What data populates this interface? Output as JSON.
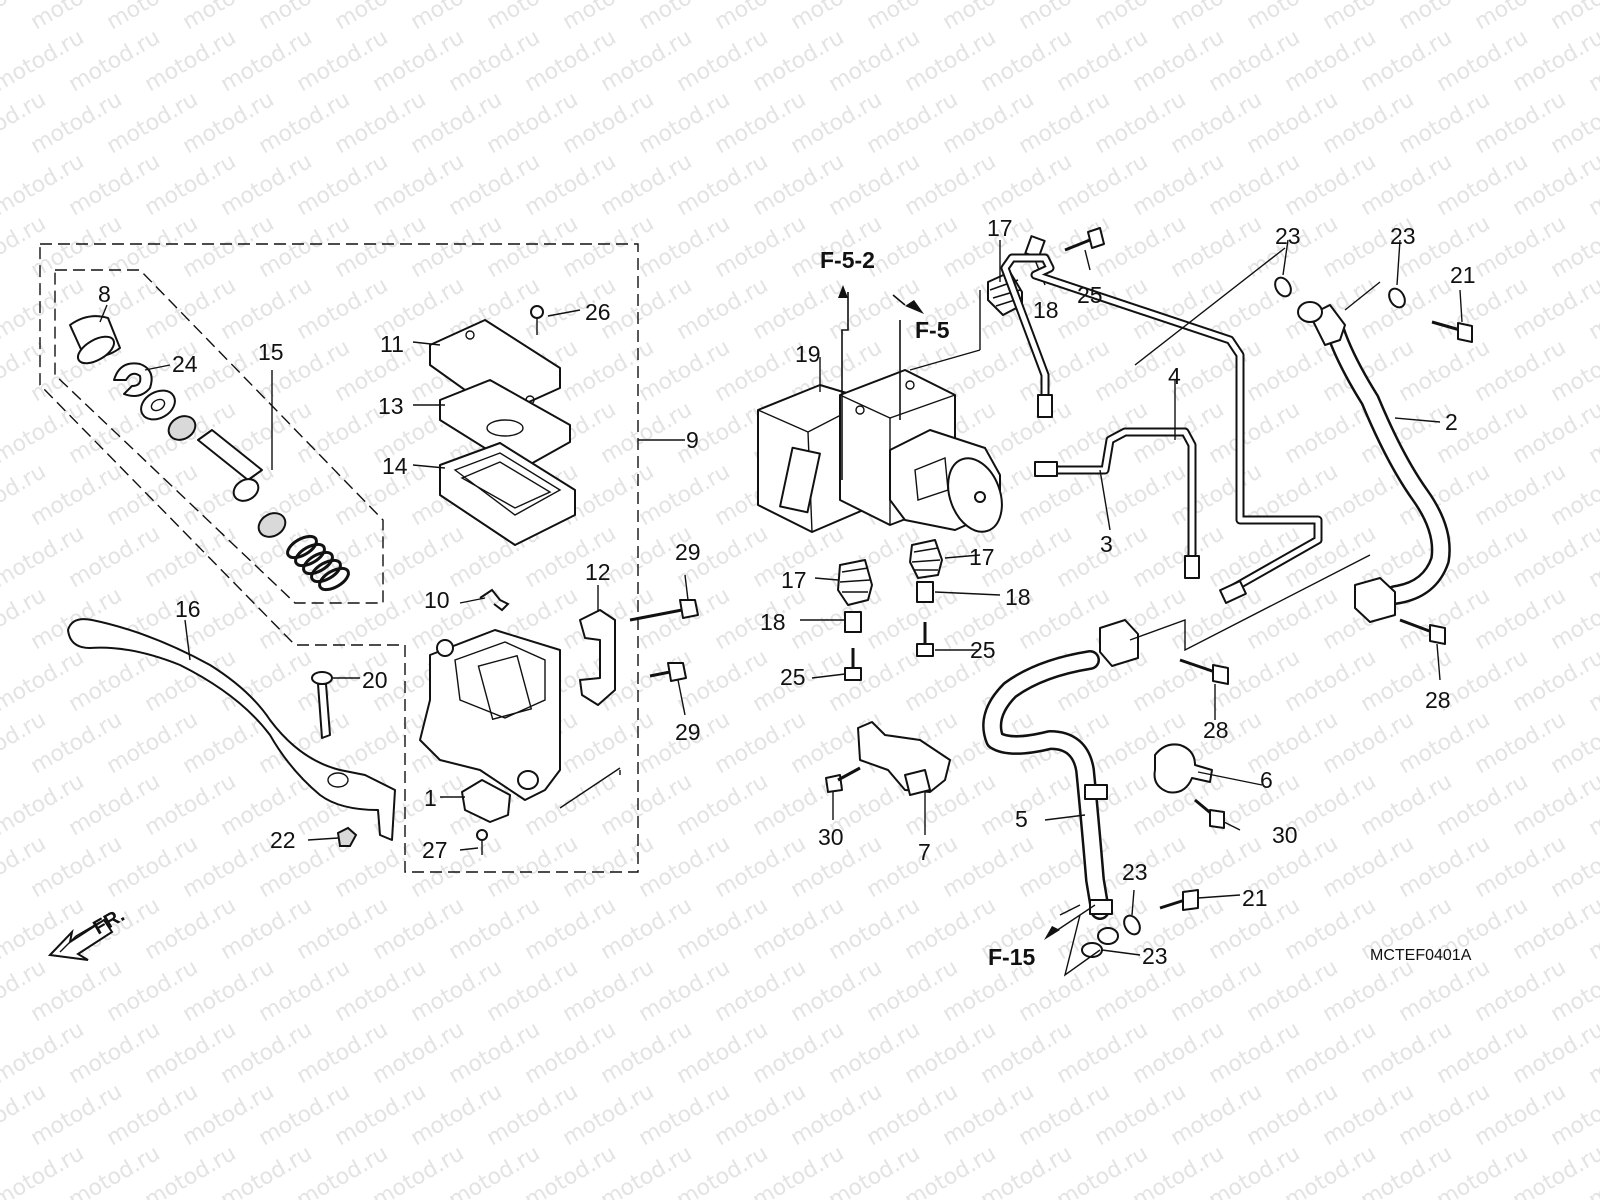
{
  "watermark": "motod.ru",
  "diagram_code": "MCTEF0401A",
  "front_indicator": "FR.",
  "references": {
    "f52": "F-5-2",
    "f5": "F-5",
    "f15": "F-15"
  },
  "callouts": [
    {
      "id": "c8",
      "text": "8"
    },
    {
      "id": "c24",
      "text": "24"
    },
    {
      "id": "c15",
      "text": "15"
    },
    {
      "id": "c26",
      "text": "26"
    },
    {
      "id": "c11",
      "text": "11"
    },
    {
      "id": "c13",
      "text": "13"
    },
    {
      "id": "c14",
      "text": "14"
    },
    {
      "id": "c9",
      "text": "9"
    },
    {
      "id": "c12",
      "text": "12"
    },
    {
      "id": "c10",
      "text": "10"
    },
    {
      "id": "c16",
      "text": "16"
    },
    {
      "id": "c20",
      "text": "20"
    },
    {
      "id": "c1",
      "text": "1"
    },
    {
      "id": "c27",
      "text": "27"
    },
    {
      "id": "c22",
      "text": "22"
    },
    {
      "id": "c29a",
      "text": "29"
    },
    {
      "id": "c29b",
      "text": "29"
    },
    {
      "id": "c19",
      "text": "19"
    },
    {
      "id": "c17a",
      "text": "17"
    },
    {
      "id": "c18a",
      "text": "18"
    },
    {
      "id": "c25a",
      "text": "25"
    },
    {
      "id": "c17b",
      "text": "17"
    },
    {
      "id": "c17c",
      "text": "17"
    },
    {
      "id": "c18b",
      "text": "18"
    },
    {
      "id": "c18c",
      "text": "18"
    },
    {
      "id": "c25b",
      "text": "25"
    },
    {
      "id": "c25c",
      "text": "25"
    },
    {
      "id": "c23a",
      "text": "23"
    },
    {
      "id": "c23b",
      "text": "23"
    },
    {
      "id": "c21a",
      "text": "21"
    },
    {
      "id": "c4",
      "text": "4"
    },
    {
      "id": "c2",
      "text": "2"
    },
    {
      "id": "c3",
      "text": "3"
    },
    {
      "id": "c28a",
      "text": "28"
    },
    {
      "id": "c28b",
      "text": "28"
    },
    {
      "id": "c6",
      "text": "6"
    },
    {
      "id": "c7",
      "text": "7"
    },
    {
      "id": "c30a",
      "text": "30"
    },
    {
      "id": "c30b",
      "text": "30"
    },
    {
      "id": "c5",
      "text": "5"
    },
    {
      "id": "c23c",
      "text": "23"
    },
    {
      "id": "c21b",
      "text": "21"
    },
    {
      "id": "c23d",
      "text": "23"
    }
  ]
}
